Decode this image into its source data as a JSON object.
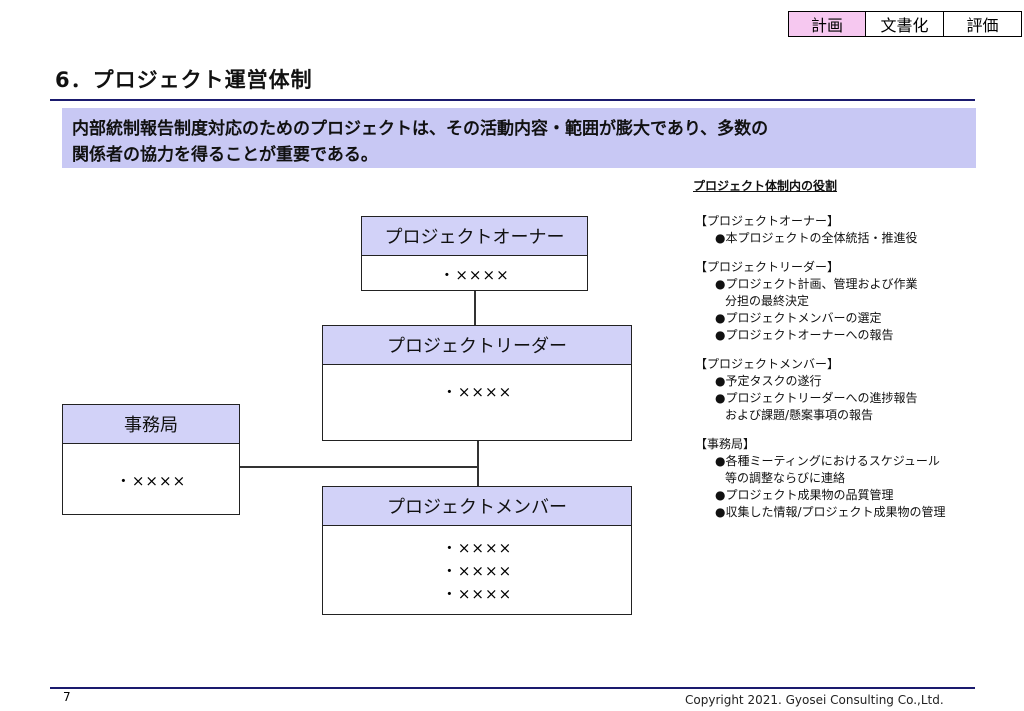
{
  "tabs": [
    {
      "label": "計画",
      "active": true
    },
    {
      "label": "文書化",
      "active": false
    },
    {
      "label": "評価",
      "active": false
    }
  ],
  "title": "6．プロジェクト運営体制",
  "summary": {
    "line1": "内部統制報告制度対応のためのプロジェクトは、その活動内容・範囲が膨大であり、多数の",
    "line2": "関係者の協力を得ることが重要である。"
  },
  "org": {
    "owner": {
      "title": "プロジェクトオーナー",
      "items": [
        "・××××"
      ]
    },
    "leader": {
      "title": "プロジェクトリーダー",
      "items": [
        "・××××"
      ]
    },
    "office": {
      "title": "事務局",
      "items": [
        "・××××"
      ]
    },
    "member": {
      "title": "プロジェクトメンバー",
      "items": [
        "・××××",
        "・××××",
        "・××××"
      ]
    }
  },
  "roles": {
    "title": "プロジェクト体制内の役割",
    "groups": [
      {
        "head": "【プロジェクトオーナー】",
        "items": [
          "●本プロジェクトの全体統括・推進役"
        ]
      },
      {
        "head": "【プロジェクトリーダー】",
        "items": [
          "●プロジェクト計画、管理および作業",
          "分担の最終決定",
          "●プロジェクトメンバーの選定",
          "●プロジェクトオーナーへの報告"
        ]
      },
      {
        "head": "【プロジェクトメンバー】",
        "items": [
          "●予定タスクの遂行",
          "●プロジェクトリーダーへの進捗報告",
          "および課題/懸案事項の報告"
        ]
      },
      {
        "head": "【事務局】",
        "items": [
          "●各種ミーティングにおけるスケジュール",
          "等の調整ならびに連絡",
          "●プロジェクト成果物の品質管理",
          "●収集した情報/プロジェクト成果物の管理"
        ]
      }
    ]
  },
  "footer": {
    "page": "7",
    "copyright": "Copyright 2021. Gyosei Consulting Co.,Ltd."
  }
}
